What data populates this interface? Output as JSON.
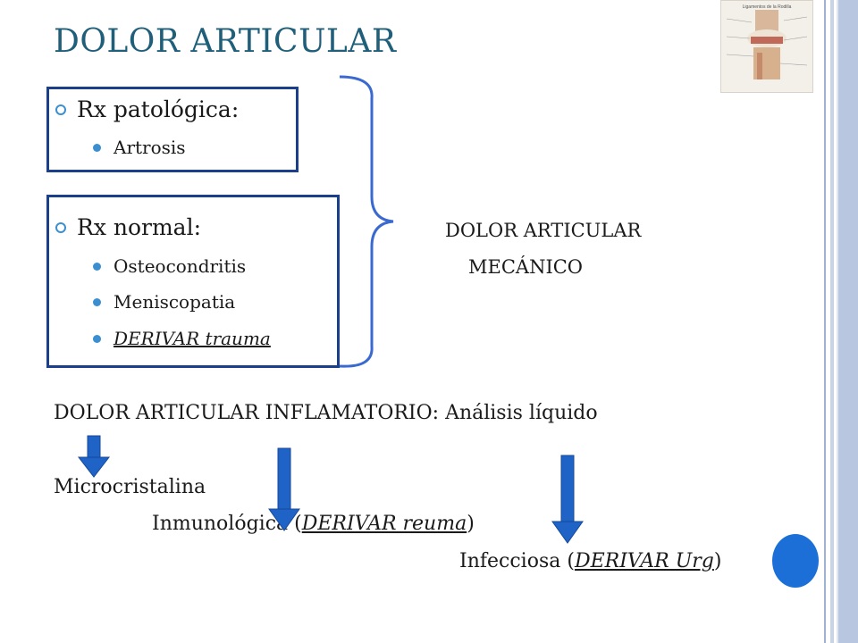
{
  "title": "DOLOR ARTICULAR",
  "box1": {
    "heading": "Rx patológica:",
    "items": [
      "Artrosis"
    ]
  },
  "box2": {
    "heading": "Rx normal:",
    "items": [
      "Osteocondritis",
      "Meniscopatia",
      "DERIVAR trauma"
    ]
  },
  "mechanical": {
    "line1": "DOLOR ARTICULAR",
    "line2": "MECÁNICO"
  },
  "inflammatory": {
    "label": "DOLOR ARTICULAR INFLAMATORIO:",
    "detail": "Análisis líquido"
  },
  "branches": {
    "micro": "Microcristalina",
    "immuno_prefix": "Inmunológica (",
    "immuno_link": "DERIVAR reuma",
    "immuno_suffix": ")",
    "infect_prefix": "Infecciosa (",
    "infect_link": "DERIVAR Urg",
    "infect_suffix": ")"
  },
  "thumbnail": {
    "caption": "Ligamentos de la Rodilla"
  },
  "colors": {
    "title": "#1f5f7a",
    "box_border": "#1b3f8a",
    "bullet": "#3b8fd0",
    "arrow": "#1f63c6",
    "circle": "#1d6fd8"
  }
}
